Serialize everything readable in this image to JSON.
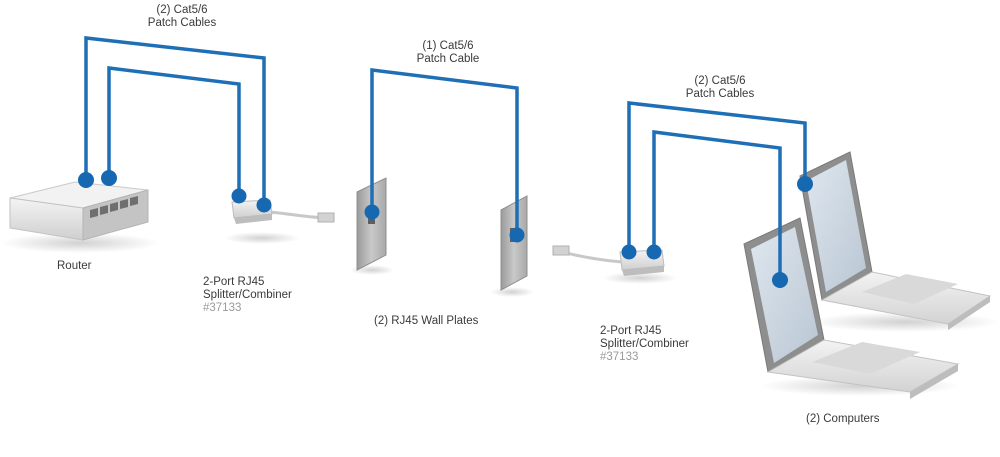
{
  "labels": {
    "router_cables": "(2) Cat5/6\nPatch Cables",
    "wall_cable": "(1) Cat5/6\nPatch Cable",
    "computer_cables": "(2) Cat5/6\nPatch Cables",
    "router": "Router",
    "splitter_left": "2-Port RJ45\nSplitter/Combiner",
    "splitter_left_part": "#37133",
    "wall_plates": "(2) RJ45 Wall Plates",
    "splitter_right": "2-Port RJ45\nSplitter/Combiner",
    "splitter_right_part": "#37133",
    "computers": "(2) Computers"
  },
  "colors": {
    "cable": "#1e6fb6",
    "dot": "#1668b0",
    "device_light": "#ececec",
    "device_mid": "#d4d4d4",
    "device_dark": "#b5b5b5",
    "text": "#3a3a3a",
    "part_number": "#9a9a9a"
  }
}
